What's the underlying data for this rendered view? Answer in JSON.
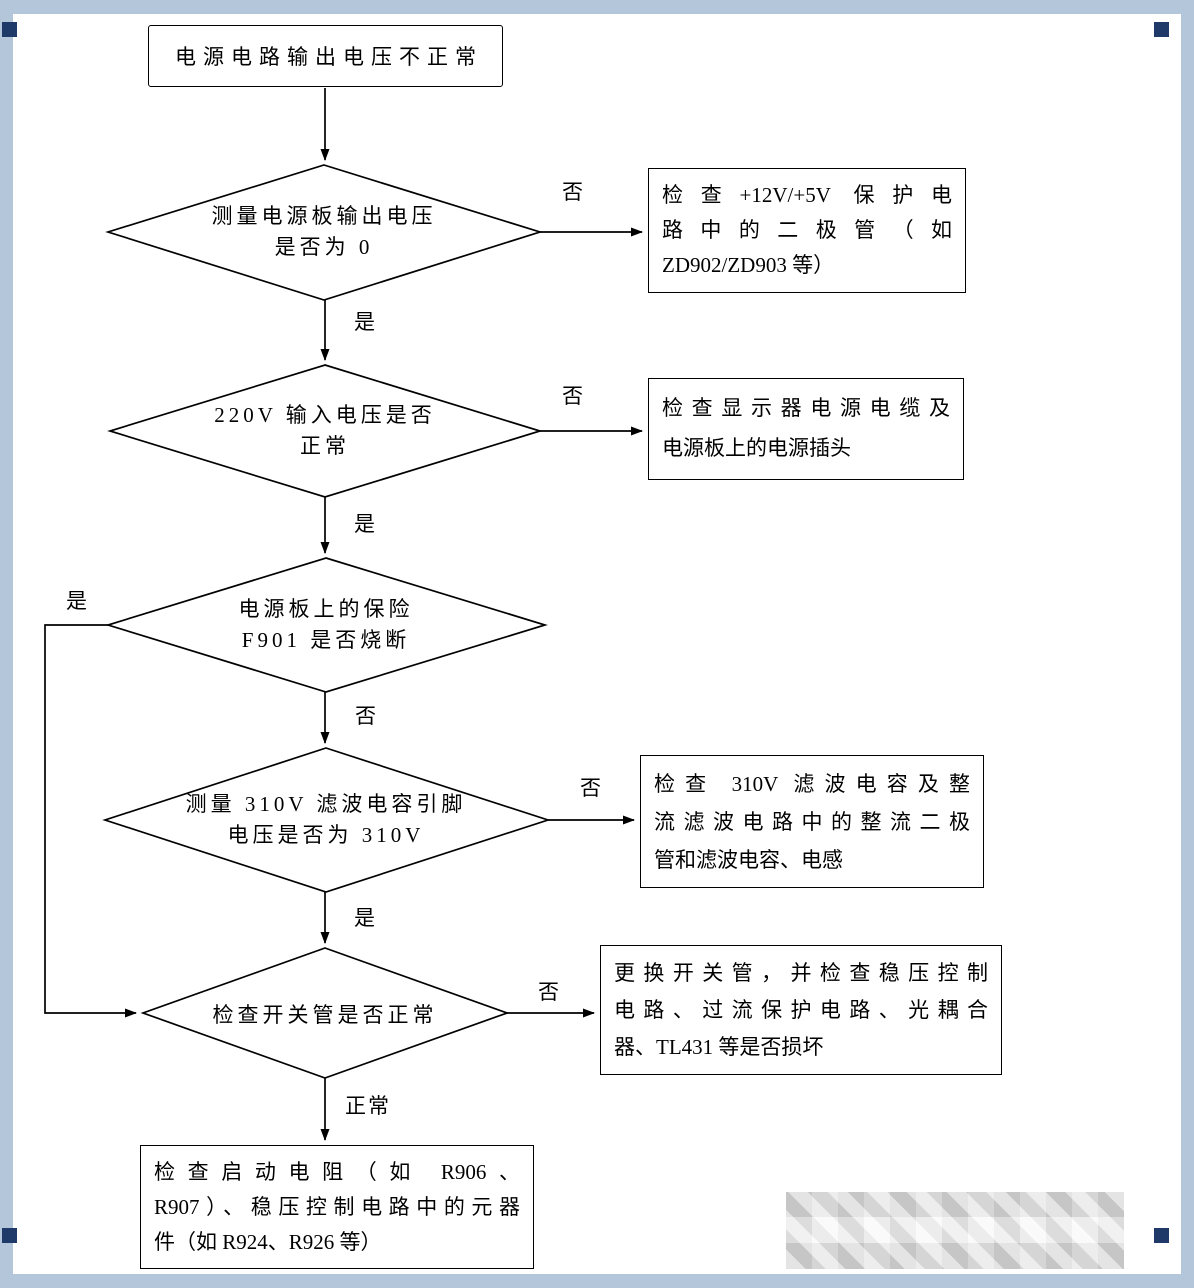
{
  "colors": {
    "frame": "#b3c6da",
    "handle": "#1f3a68",
    "line": "#000000",
    "node_fill": "#ffffff"
  },
  "labels": {
    "yes": "是",
    "no": "否",
    "normal": "正常"
  },
  "nodes": {
    "start": {
      "text": "电源电路输出电压不正常"
    },
    "d1": {
      "lines": [
        "测量电源板输出电压",
        "是否为 0"
      ]
    },
    "d2": {
      "lines": [
        "220V 输入电压是否",
        "正常"
      ]
    },
    "d3": {
      "lines": [
        "电源板上的保险",
        "F901 是否烧断"
      ]
    },
    "d4": {
      "lines": [
        "测量 310V 滤波电容引脚",
        "电压是否为 310V"
      ]
    },
    "d5": {
      "lines": [
        "检查开关管是否正常"
      ]
    },
    "box1": {
      "lines": [
        "检查+12V/+5V 保护电",
        "路中的二极管（如",
        "ZD902/ZD903 等）"
      ]
    },
    "box2": {
      "lines": [
        "检查显示器电源电缆及",
        "电源板上的电源插头"
      ]
    },
    "box3": {
      "lines": [
        "检查 310V 滤波电容及整",
        "流滤波电路中的整流二极",
        "管和滤波电容、电感"
      ]
    },
    "box4": {
      "lines": [
        "更换开关管，并检查稳压控制",
        "电路、过流保护电路、光耦合",
        "器、TL431 等是否损坏"
      ]
    },
    "box5": {
      "lines": [
        "检查启动电阻（如 R906、",
        "R907）、稳压控制电路中的元器",
        "件（如 R924、R926 等）"
      ]
    }
  }
}
